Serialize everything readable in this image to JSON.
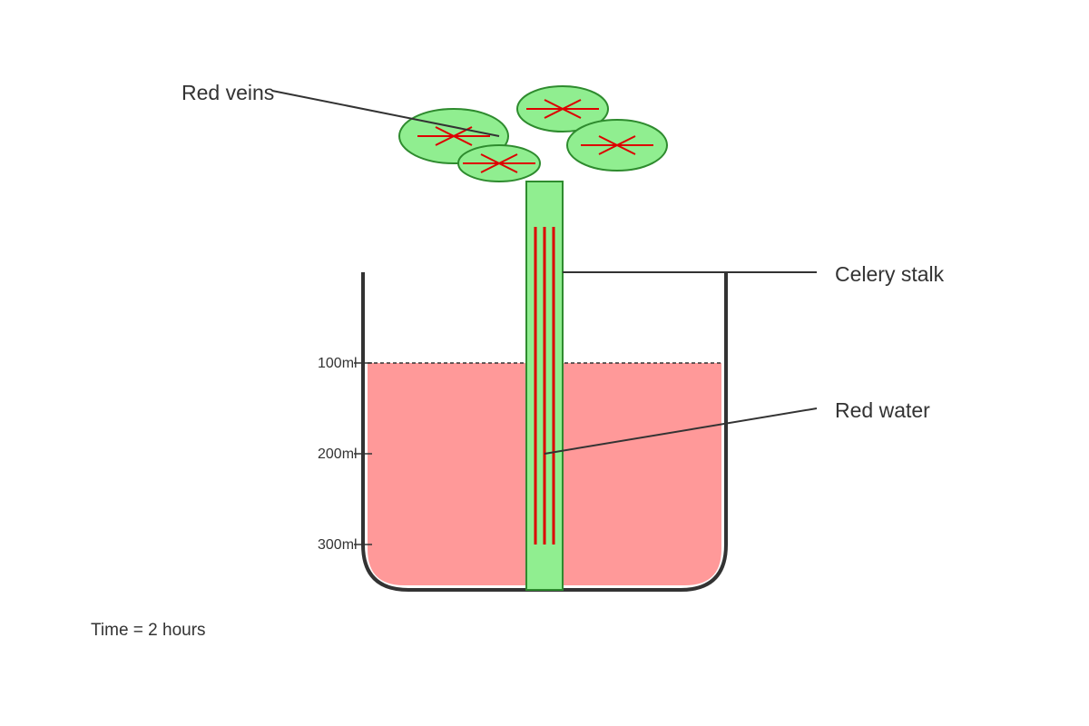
{
  "labels": {
    "red_veins": "Red veins",
    "celery_stalk": "Celery stalk",
    "red_water": "Red water",
    "time": "Time = 2 hours"
  },
  "scale_marks": [
    "100ml",
    "200ml",
    "300ml"
  ],
  "colors": {
    "water": "#ff9999",
    "celery": "#90ee90",
    "celery_outline": "#2e8b2e",
    "veins": "#dd0000",
    "beaker": "#333333",
    "text": "#333333"
  }
}
